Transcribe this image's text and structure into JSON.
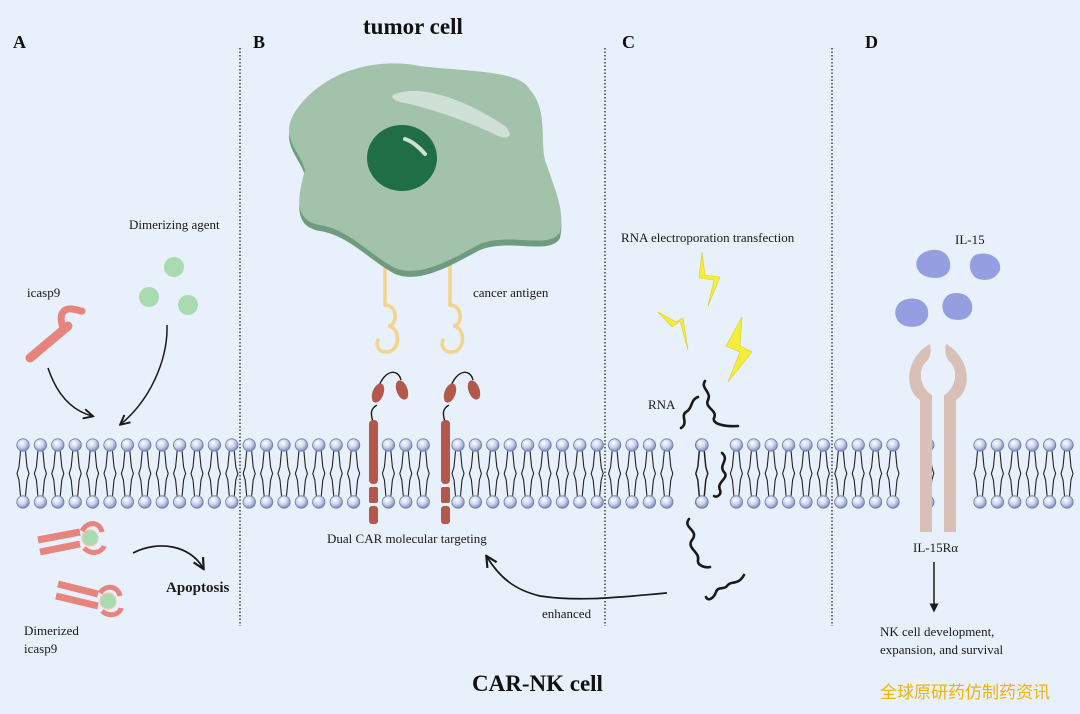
{
  "figure": {
    "title_top": "tumor cell",
    "title_bottom": "CAR-NK cell",
    "watermark": "全球原研药仿制药资讯",
    "colors": {
      "background": "#e8f0fb",
      "tumor_cell": "#a2c2ac",
      "tumor_cell_shadow": "#6f9c7f",
      "nucleus": "#1f6e45",
      "lipid_head": "#c9d3ee",
      "lipid_head_stroke": "#6b79a8",
      "icasp9": "#e8847e",
      "dimerizing_agent": "#a8dbb0",
      "antigen": "#f2d48a",
      "car": "#b3584a",
      "lightning": "#f4ee3a",
      "il15": "#959ee0",
      "il15r": "#d9c0b7",
      "watermark": "#f0b400"
    }
  },
  "panels": [
    {
      "letter": "A",
      "labels": {
        "icasp9": "icasp9",
        "dimerizing_agent": "Dimerizing agent",
        "apoptosis": "Apoptosis",
        "dimerized_line1": "Dimerized",
        "dimerized_line2": "icasp9"
      }
    },
    {
      "letter": "B",
      "labels": {
        "cancer_antigen": "cancer antigen",
        "dual_car": "Dual CAR molecular targeting"
      }
    },
    {
      "letter": "C",
      "labels": {
        "rna_electroporation": "RNA electroporation transfection",
        "rna": "RNA",
        "enhanced": "enhanced"
      }
    },
    {
      "letter": "D",
      "labels": {
        "il15": "IL-15",
        "il15ra": "IL-15Rα",
        "outcome_line1": "NK cell development,",
        "outcome_line2": "expansion, and survival"
      }
    }
  ]
}
